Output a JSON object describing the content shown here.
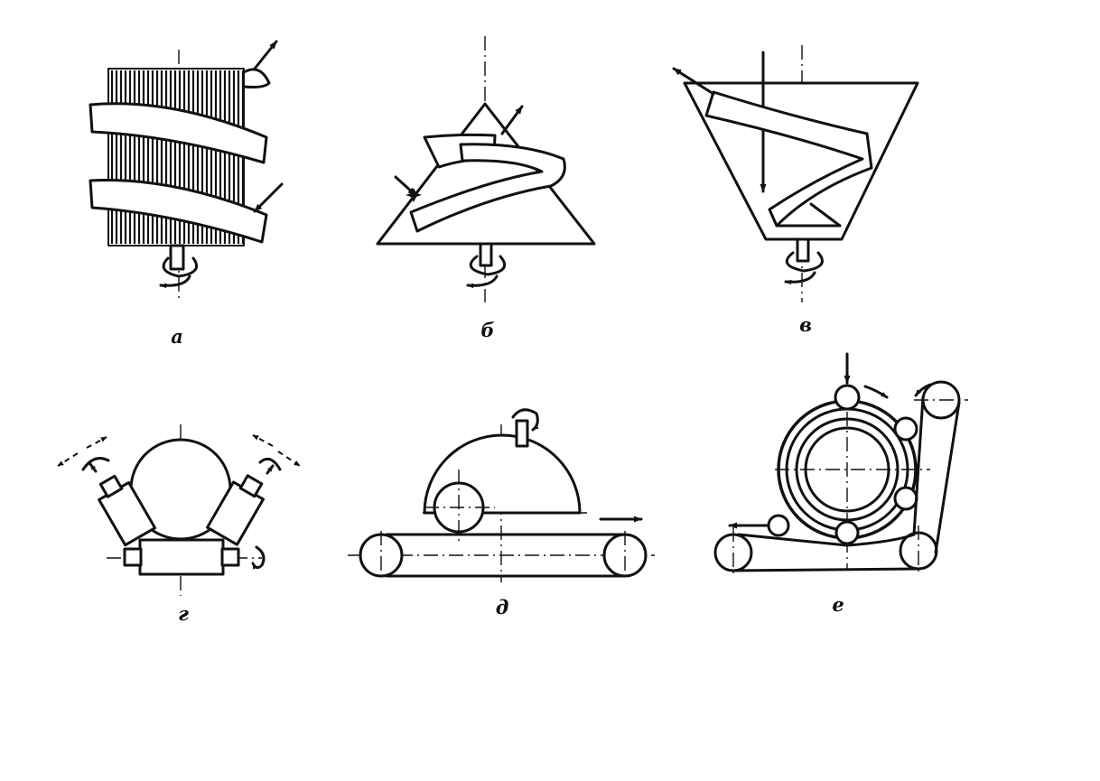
{
  "labels": {
    "a": "а",
    "b": "б",
    "v": "в",
    "g": "г",
    "d": "д",
    "e": "е"
  }
}
